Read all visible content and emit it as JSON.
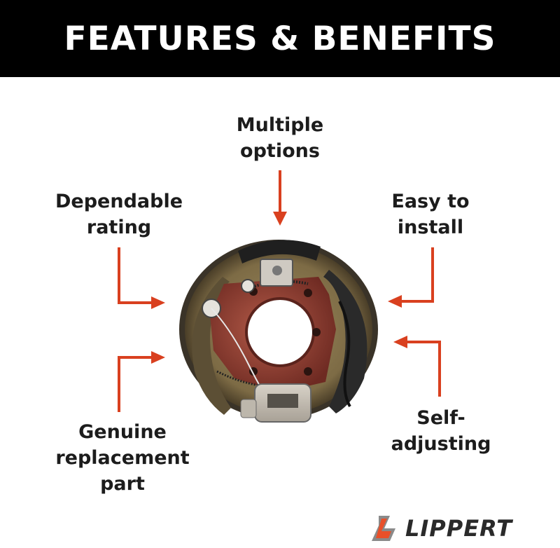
{
  "banner": {
    "title": "FEATURES & BENEFITS"
  },
  "callouts": {
    "multiple_options": [
      "Multiple",
      "options"
    ],
    "dependable_rating": [
      "Dependable",
      "rating"
    ],
    "easy_to_install": [
      "Easy to",
      "install"
    ],
    "genuine_part": [
      "Genuine",
      "replacement",
      "part"
    ],
    "self_adjusting": [
      "Self-",
      "adjusting"
    ]
  },
  "logo": {
    "text": "LIPPERT",
    "mark_color": "#e8502a"
  },
  "colors": {
    "arrow": "#d9401f",
    "banner_bg": "#000000",
    "banner_text": "#ffffff",
    "label_text": "#1c1c1c"
  },
  "image": {
    "subject": "electric brake assembly",
    "icon_name": "brake-assembly-image"
  }
}
